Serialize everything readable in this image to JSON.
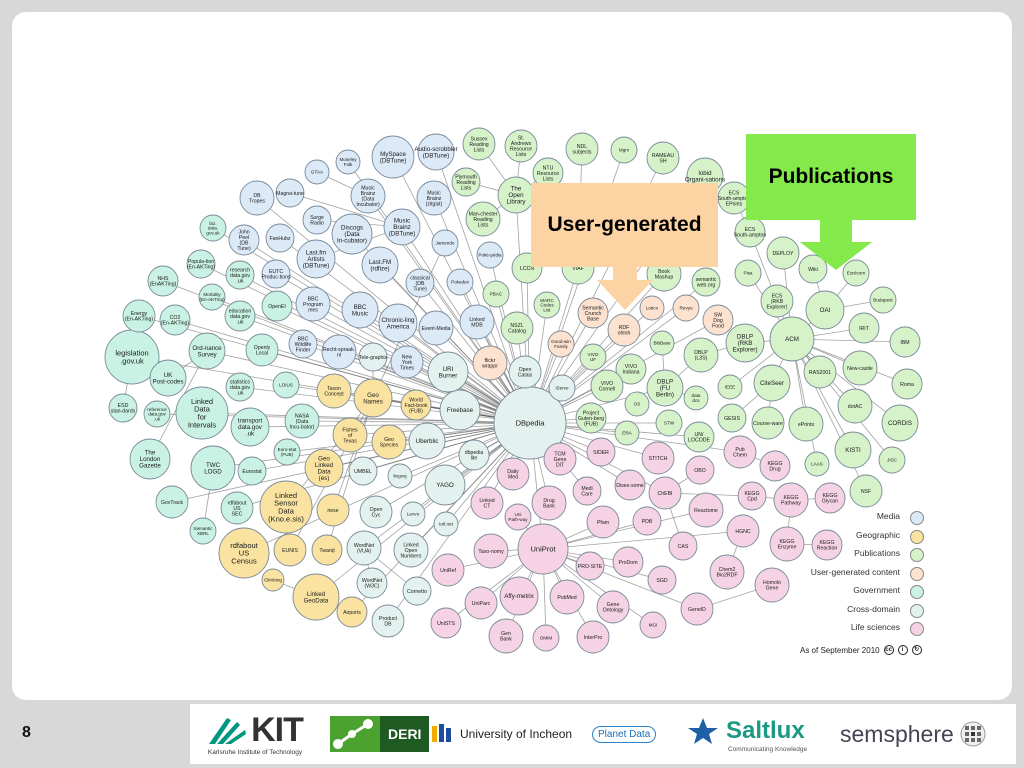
{
  "slide": {
    "page_number": "8",
    "callouts": {
      "user_generated": "User-generated",
      "publications": "Publications"
    },
    "as_of": "As of September 2010"
  },
  "legend": [
    {
      "label": "Media",
      "color": "#dce9f7"
    },
    {
      "label": "Geographic",
      "color": "#fae3a0"
    },
    {
      "label": "Publications",
      "color": "#d6f2c9"
    },
    {
      "label": "User-generated content",
      "color": "#fde2cf"
    },
    {
      "label": "Government",
      "color": "#c9f2e4"
    },
    {
      "label": "Cross-domain",
      "color": "#e3f2ee"
    },
    {
      "label": "Life sciences",
      "color": "#f6d3e4"
    }
  ],
  "colors": {
    "media": "#dce9f7",
    "geographic": "#fae3a0",
    "publications": "#d6f2c9",
    "user": "#fde2cf",
    "government": "#c9f2e4",
    "cross": "#e3f2ee",
    "life": "#f6d3e4",
    "edge": "#555555",
    "user_callout": "#fcd4a4",
    "pub_callout": "#84ea4c"
  },
  "nodes": [
    {
      "id": "dbpedia",
      "label": "DBpedia",
      "cat": "cross"
    },
    {
      "id": "freebase",
      "label": "Freebase",
      "cat": "cross"
    },
    {
      "id": "uriburner",
      "label": "URI Burner",
      "cat": "cross"
    },
    {
      "id": "opencalais",
      "label": "Open Calais",
      "cat": "cross"
    },
    {
      "id": "uberblic",
      "label": "Uberblic",
      "cat": "cross"
    },
    {
      "id": "yago",
      "label": "YAGO",
      "cat": "cross"
    },
    {
      "id": "dbpedialite",
      "label": "dbpedia lite",
      "cat": "cross"
    },
    {
      "id": "opencyc",
      "label": "Open Cyc",
      "cat": "cross"
    },
    {
      "id": "umbel",
      "label": "UMBEL",
      "cat": "cross"
    },
    {
      "id": "lexvo",
      "label": "Lexvo",
      "cat": "cross"
    },
    {
      "id": "lingvoj",
      "label": "lingvoj",
      "cat": "cross"
    },
    {
      "id": "totlnet",
      "label": "totl.net",
      "cat": "cross"
    },
    {
      "id": "wordnetvua",
      "label": "WordNet (VUA)",
      "cat": "cross"
    },
    {
      "id": "wordnetw3c",
      "label": "WordNet (W3C)",
      "cat": "cross"
    },
    {
      "id": "cornetto",
      "label": "Cornetto",
      "cat": "cross"
    },
    {
      "id": "linkedopennumbers",
      "label": "Linked Open Numbers",
      "cat": "cross"
    },
    {
      "id": "productdb",
      "label": "Product DB",
      "cat": "cross"
    },
    {
      "id": "iserve",
      "label": "iServe",
      "cat": "cross"
    },
    {
      "id": "telegraphis",
      "label": "Tele-graphis",
      "cat": "cross"
    },
    {
      "id": "geonames",
      "label": "Geo Names",
      "cat": "geographic"
    },
    {
      "id": "taxonconcept",
      "label": "Taxon Concept",
      "cat": "geographic"
    },
    {
      "id": "worldfactbook",
      "label": "World Fact-book (FUB)",
      "cat": "geographic"
    },
    {
      "id": "fishesoftexas",
      "label": "Fishes of Texas",
      "cat": "geographic"
    },
    {
      "id": "geospecies",
      "label": "Geo Species",
      "cat": "geographic"
    },
    {
      "id": "geolinkeddata",
      "label": "Geo Linked Data (es)",
      "cat": "geographic"
    },
    {
      "id": "linkedsensordata",
      "label": "Linked Sensor Data (Kno.e.sis)",
      "cat": "geographic"
    },
    {
      "id": "riese",
      "label": "riese",
      "cat": "geographic"
    },
    {
      "id": "eunis",
      "label": "EUNIS",
      "cat": "geographic"
    },
    {
      "id": "twarql",
      "label": "Twarql",
      "cat": "geographic"
    },
    {
      "id": "climbing",
      "label": "Climbing",
      "cat": "geographic"
    },
    {
      "id": "linkedgeodata",
      "label": "Linked GeoData",
      "cat": "geographic"
    },
    {
      "id": "airports",
      "label": "Airports",
      "cat": "geographic"
    },
    {
      "id": "rdfaboutcensus",
      "label": "rdfabout US Census",
      "cat": "geographic"
    },
    {
      "id": "legislation",
      "label": "legislation .gov.uk",
      "cat": "government"
    },
    {
      "id": "ukpostcodes",
      "label": "UK Post-codes",
      "cat": "government"
    },
    {
      "id": "linkeddataintervals",
      "label": "Linked Data for Intervals",
      "cat": "government"
    },
    {
      "id": "londongazette",
      "label": "The London Gazette",
      "cat": "government"
    },
    {
      "id": "twclogd",
      "label": "TWC LOGD",
      "cat": "government"
    },
    {
      "id": "govtrack",
      "label": "GovTrack",
      "cat": "government"
    },
    {
      "id": "semanticxbrl",
      "label": "Semantic XBRL",
      "cat": "government"
    },
    {
      "id": "rdfaboutsec",
      "label": "rdfabout US SEC",
      "cat": "government"
    },
    {
      "id": "eurostat",
      "label": "Eurostat",
      "cat": "government"
    },
    {
      "id": "eurostatfub",
      "label": "Euro-stat (FUB)",
      "cat": "government"
    },
    {
      "id": "nasa",
      "label": "NASA (Data Incu-bator)",
      "cat": "government"
    },
    {
      "id": "transport",
      "label": "transport data.gov .uk",
      "cat": "government"
    },
    {
      "id": "lotus",
      "label": "LOIUS",
      "cat": "government"
    },
    {
      "id": "statistics",
      "label": "statistics data.gov .uk",
      "cat": "government"
    },
    {
      "id": "esd",
      "label": "ESD stan-dards",
      "cat": "government"
    },
    {
      "id": "reference",
      "label": "reference data.gov .uk",
      "cat": "government"
    },
    {
      "id": "ordnance",
      "label": "Ord-nance Survey",
      "cat": "government"
    },
    {
      "id": "openlylocal",
      "label": "Openly Local",
      "cat": "government"
    },
    {
      "id": "openei",
      "label": "OpenEI",
      "cat": "government"
    },
    {
      "id": "education",
      "label": "education data.gov .uk",
      "cat": "government"
    },
    {
      "id": "mortality",
      "label": "Mortality (En-AKTing)",
      "cat": "government"
    },
    {
      "id": "co2",
      "label": "CO2 (En-AKTing)",
      "cat": "government"
    },
    {
      "id": "energy",
      "label": "Energy (En-AKTing)",
      "cat": "government"
    },
    {
      "id": "nhs",
      "label": "NHS (EnAKTing)",
      "cat": "government"
    },
    {
      "id": "population",
      "label": "Popula-tion (En-AKTing)",
      "cat": "government"
    },
    {
      "id": "research",
      "label": "research data.gov .uk",
      "cat": "government"
    },
    {
      "id": "bizdata",
      "label": "biz. data. gov.uk",
      "cat": "government"
    },
    {
      "id": "bbcwildlife",
      "label": "BBC Wildlife Finder",
      "cat": "media"
    },
    {
      "id": "bbcprogrammes",
      "label": "BBC Program mes",
      "cat": "media"
    },
    {
      "id": "bbcmusic",
      "label": "BBC Music",
      "cat": "media"
    },
    {
      "id": "chronicling",
      "label": "Chronic-ling America",
      "cat": "media"
    },
    {
      "id": "eventmedia",
      "label": "Event-Media",
      "cat": "media"
    },
    {
      "id": "nytimes",
      "label": "New York Times",
      "cat": "media"
    },
    {
      "id": "lastfm",
      "label": "Last.FM (rdfize)",
      "cat": "media"
    },
    {
      "id": "lastfmartists",
      "label": "Last.fm Artists (DBTune)",
      "cat": "media"
    },
    {
      "id": "discogs",
      "label": "Discogs (Data In-cubator)",
      "cat": "media"
    },
    {
      "id": "musicbrainzdbtune",
      "label": "Music Brainz (DBTune)",
      "cat": "media"
    },
    {
      "id": "musicbrainzdi",
      "label": "Music Brainz (Data Incubator)",
      "cat": "media"
    },
    {
      "id": "musicbrainzzitgist",
      "label": "Music Brainz (zitgist)",
      "cat": "media"
    },
    {
      "id": "myspace",
      "label": "MySpace (DBTune)",
      "cat": "media"
    },
    {
      "id": "audioscrobbler",
      "label": "Audio-scrobbler (DBTune)",
      "cat": "media"
    },
    {
      "id": "jamendo",
      "label": "Jamendo",
      "cat": "media"
    },
    {
      "id": "classical",
      "label": "classical (DB Tune)",
      "cat": "media"
    },
    {
      "id": "surgeradio",
      "label": "Surge Radio",
      "cat": "media"
    },
    {
      "id": "magnatune",
      "label": "Magna-tune",
      "cat": "media"
    },
    {
      "id": "dbtropes",
      "label": "DB Tropes",
      "cat": "media"
    },
    {
      "id": "gtaa",
      "label": "GTAA",
      "cat": "media"
    },
    {
      "id": "moseley",
      "label": "Moseley Folk",
      "cat": "media"
    },
    {
      "id": "johnpeel",
      "label": "John Peel (DB Tune)",
      "cat": "media"
    },
    {
      "id": "fanhubz",
      "label": "FanHubz",
      "cat": "media"
    },
    {
      "id": "eutc",
      "label": "EUTC Produc-tions",
      "cat": "media"
    },
    {
      "id": "rechtspraak",
      "label": "Recht-spraak. nl",
      "cat": "media"
    },
    {
      "id": "pokedex",
      "label": "Pokedex",
      "cat": "media"
    },
    {
      "id": "linkedmdb",
      "label": "Linked MDB",
      "cat": "media"
    },
    {
      "id": "pokepedia",
      "label": "Poké-pédia",
      "cat": "media"
    },
    {
      "id": "flickrwrappr",
      "label": "flickr wrappr",
      "cat": "user"
    },
    {
      "id": "goodwinfamily",
      "label": "Good-win Family",
      "cat": "user"
    },
    {
      "id": "rdfohloh",
      "label": "RDF ohloh",
      "cat": "user"
    },
    {
      "id": "semanticcrunchbase",
      "label": "Semantic Crunch Base",
      "cat": "user"
    },
    {
      "id": "revyu",
      "label": "Revyu",
      "cat": "user"
    },
    {
      "id": "swdogfood",
      "label": "SW Dog Food",
      "cat": "user"
    },
    {
      "id": "lotico",
      "label": "Lotico",
      "cat": "user"
    },
    {
      "id": "openlibrary",
      "label": "The Open Library",
      "cat": "publications"
    },
    {
      "id": "viaf",
      "label": "VIAF",
      "cat": "publications"
    },
    {
      "id": "lccn",
      "label": "LCCN",
      "cat": "publications"
    },
    {
      "id": "pbac",
      "label": "PBAC",
      "cat": "publications"
    },
    {
      "id": "nszl",
      "label": "NSZL Catalog",
      "cat": "publications"
    },
    {
      "id": "marccodes",
      "label": "MARC Codes List",
      "cat": "publications"
    },
    {
      "id": "ntu",
      "label": "NTU Resource Lists",
      "cat": "publications"
    },
    {
      "id": "manchester",
      "label": "Man-chester Reading Lists",
      "cat": "publications"
    },
    {
      "id": "plymouth",
      "label": "Plymouth Reading Lists",
      "cat": "publications"
    },
    {
      "id": "sussex",
      "label": "Sussex Reading Lists",
      "cat": "publications"
    },
    {
      "id": "standrews",
      "label": "St. Andrews Resource Lists",
      "cat": "publications"
    },
    {
      "id": "nol",
      "label": "NDL subjects",
      "cat": "publications"
    },
    {
      "id": "mgm",
      "label": "Mgm",
      "cat": "publications"
    },
    {
      "id": "rameau",
      "label": "RAMEAU SH",
      "cat": "publications"
    },
    {
      "id": "lobid",
      "label": "lobid Organi-sations",
      "cat": "publications"
    },
    {
      "id": "ecssouthampton",
      "label": "ECS South-ampton EPrints",
      "cat": "publications"
    },
    {
      "id": "ecs",
      "label": "ECS South-ampton",
      "cat": "publications"
    },
    {
      "id": "bookmashup",
      "label": "Book Mashup",
      "cat": "publications"
    },
    {
      "id": "semanticweborg",
      "label": "semantic web.org",
      "cat": "publications"
    },
    {
      "id": "vivouf",
      "label": "VIVO UF",
      "cat": "publications"
    },
    {
      "id": "vivoindiana",
      "label": "VIVO Indiana",
      "cat": "publications"
    },
    {
      "id": "vivocornell",
      "label": "VIVO Cornell",
      "cat": "publications"
    },
    {
      "id": "projectgutenberg",
      "label": "Project Guten-berg (FUB)",
      "cat": "publications"
    },
    {
      "id": "os",
      "label": "OS",
      "cat": "publications"
    },
    {
      "id": "era",
      "label": "ERA",
      "cat": "publications"
    },
    {
      "id": "stw",
      "label": "STW",
      "cat": "publications"
    },
    {
      "id": "dblpfu",
      "label": "DBLP (FU Berlin)",
      "cat": "publications"
    },
    {
      "id": "dblpl3s",
      "label": "DBLP (L3S)",
      "cat": "publications"
    },
    {
      "id": "dblprkb",
      "label": "DBLP (RKB Explorer)",
      "cat": "publications"
    },
    {
      "id": "bibbase",
      "label": "BibBase",
      "cat": "publications"
    },
    {
      "id": "datadcs",
      "label": "data dcs",
      "cat": "publications"
    },
    {
      "id": "unlocode",
      "label": "UN/ LOCODE",
      "cat": "publications"
    },
    {
      "id": "ieee",
      "label": "IEEE",
      "cat": "publications"
    },
    {
      "id": "gesis",
      "label": "GESIS",
      "cat": "publications"
    },
    {
      "id": "courseware",
      "label": "Course-ware",
      "cat": "publications"
    },
    {
      "id": "citeseer",
      "label": "CiteSeer",
      "cat": "publications"
    },
    {
      "id": "eprints",
      "label": "ePrints",
      "cat": "publications"
    },
    {
      "id": "acm",
      "label": "ACM",
      "cat": "publications"
    },
    {
      "id": "ras2001",
      "label": "RAS2001",
      "cat": "publications"
    },
    {
      "id": "newcastle",
      "label": "New-castle",
      "cat": "publications"
    },
    {
      "id": "dotac",
      "label": "dotAC",
      "cat": "publications"
    },
    {
      "id": "kisti",
      "label": "KISTI",
      "cat": "publications"
    },
    {
      "id": "laas",
      "label": "LAAS",
      "cat": "publications"
    },
    {
      "id": "nsf",
      "label": "NSF",
      "cat": "publications"
    },
    {
      "id": "jisc",
      "label": "JISC",
      "cat": "publications"
    },
    {
      "id": "cordis",
      "label": "CORDIS",
      "cat": "publications"
    },
    {
      "id": "roma",
      "label": "Roma",
      "cat": "publications"
    },
    {
      "id": "ibm",
      "label": "IBM",
      "cat": "publications"
    },
    {
      "id": "irit",
      "label": "IRIT",
      "cat": "publications"
    },
    {
      "id": "oai",
      "label": "OAI",
      "cat": "publications"
    },
    {
      "id": "budapest",
      "label": "Budapest",
      "cat": "publications"
    },
    {
      "id": "eurecom",
      "label": "Eurécom",
      "cat": "publications"
    },
    {
      "id": "wiki",
      "label": "Wiki",
      "cat": "publications"
    },
    {
      "id": "deploy",
      "label": "DEPLOY",
      "cat": "publications"
    },
    {
      "id": "pisa",
      "label": "Pisa",
      "cat": "publications"
    },
    {
      "id": "ecsrkb",
      "label": "ECS (RKB Explorer)",
      "cat": "publications"
    },
    {
      "id": "sider",
      "label": "SIDER",
      "cat": "life"
    },
    {
      "id": "stitch",
      "label": "STITCH",
      "cat": "life"
    },
    {
      "id": "pubchem",
      "label": "Pub Chem",
      "cat": "life"
    },
    {
      "id": "keggdrug",
      "label": "KEGG Drug",
      "cat": "life"
    },
    {
      "id": "tcmgenedit",
      "label": "TCM Gene DIT",
      "cat": "life"
    },
    {
      "id": "dailymed",
      "label": "Daily Med",
      "cat": "life"
    },
    {
      "id": "diseasome",
      "label": "Dises-some",
      "cat": "life"
    },
    {
      "id": "obo",
      "label": "OBO",
      "cat": "life"
    },
    {
      "id": "chebi",
      "label": "ChEBI",
      "cat": "life"
    },
    {
      "id": "linkedct",
      "label": "Linked CT",
      "cat": "life"
    },
    {
      "id": "drugbank",
      "label": "Drug Bank",
      "cat": "life"
    },
    {
      "id": "medicare",
      "label": "Medi Care",
      "cat": "life"
    },
    {
      "id": "unipathway",
      "label": "Uni Path-way",
      "cat": "life"
    },
    {
      "id": "keggcpd",
      "label": "KEGG Cpd",
      "cat": "life"
    },
    {
      "id": "keggpathway",
      "label": "KEGG Pathway",
      "cat": "life"
    },
    {
      "id": "keggglycan",
      "label": "KEGG Glycan",
      "cat": "life"
    },
    {
      "id": "reactome",
      "label": "Reactome",
      "cat": "life"
    },
    {
      "id": "pfam",
      "label": "Pfam",
      "cat": "life"
    },
    {
      "id": "pdb",
      "label": "PDB",
      "cat": "life"
    },
    {
      "id": "hgnc",
      "label": "HGNC",
      "cat": "life"
    },
    {
      "id": "keggenzyme",
      "label": "KEGG Enzyme",
      "cat": "life"
    },
    {
      "id": "keggreaction",
      "label": "KEGG Reaction",
      "cat": "life"
    },
    {
      "id": "taxonomy",
      "label": "Taxo-nomy",
      "cat": "life"
    },
    {
      "id": "uniprot",
      "label": "UniProt",
      "cat": "life"
    },
    {
      "id": "prosite",
      "label": "PRO-SITE",
      "cat": "life"
    },
    {
      "id": "prodom",
      "label": "ProDom",
      "cat": "life"
    },
    {
      "id": "cas",
      "label": "CAS",
      "cat": "life"
    },
    {
      "id": "chem2bio2rdf",
      "label": "Chem2 Bio2RDF",
      "cat": "life"
    },
    {
      "id": "homologene",
      "label": "Homolo Gene",
      "cat": "life"
    },
    {
      "id": "uniref",
      "label": "UniRef",
      "cat": "life"
    },
    {
      "id": "affymetrix",
      "label": "Affy-metrix",
      "cat": "life"
    },
    {
      "id": "sgd",
      "label": "SGD",
      "cat": "life"
    },
    {
      "id": "geneid",
      "label": "GeneID",
      "cat": "life"
    },
    {
      "id": "uniparc",
      "label": "UniParc",
      "cat": "life"
    },
    {
      "id": "pubmed",
      "label": "PubMed",
      "cat": "life"
    },
    {
      "id": "geneontology",
      "label": "Gene Ontology",
      "cat": "life"
    },
    {
      "id": "mgi",
      "label": "MGI",
      "cat": "life"
    },
    {
      "id": "unists",
      "label": "UniSTS",
      "cat": "life"
    },
    {
      "id": "genbank",
      "label": "Gen Bank",
      "cat": "life"
    },
    {
      "id": "omim",
      "label": "OMIM",
      "cat": "life"
    },
    {
      "id": "interpro",
      "label": "InterPro",
      "cat": "life"
    }
  ],
  "logos": {
    "kit": {
      "mark": "KIT",
      "subtitle": "Karlsruhe Institute of Technology"
    },
    "deri": {
      "mark": "DERI"
    },
    "incheon": {
      "text": "University of Incheon"
    },
    "planetdata": {
      "text": "Planet Data"
    },
    "saltlux": {
      "text": "Saltlux",
      "subtitle": "Communicating Knowledge"
    },
    "semsphere": {
      "text": "semsphere"
    }
  }
}
